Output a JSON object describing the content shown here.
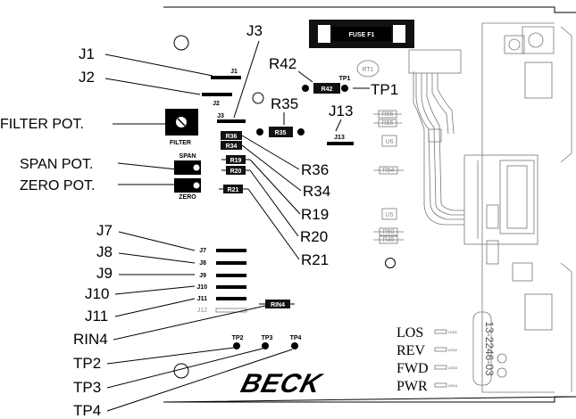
{
  "callouts": {
    "j1": "J1",
    "j2": "J2",
    "j3": "J3",
    "filter_pot": "FILTER POT.",
    "span_pot": "SPAN POT.",
    "zero_pot": "ZERO POT.",
    "r42": "R42",
    "r35": "R35",
    "j13": "J13",
    "tp1": "TP1",
    "r36": "R36",
    "r34": "R34",
    "r19": "R19",
    "r20": "R20",
    "r21": "R21",
    "j7": "J7",
    "j8": "J8",
    "j9": "J9",
    "j10": "J10",
    "j11": "J11",
    "rin4": "RIN4",
    "tp2": "TP2",
    "tp3": "TP3",
    "tp4": "TP4"
  },
  "board": {
    "fuse": "FUSE F1",
    "rt1": "RT1",
    "tp1": "TP1",
    "r42": "R42",
    "r35": "R35",
    "j1": "J1",
    "j2": "J2",
    "j3": "J3",
    "j13": "J13",
    "filter": "FILTER",
    "span": "SPAN",
    "zero": "ZERO",
    "r36": "R36",
    "r34": "R34",
    "r19": "R19",
    "r20": "R20",
    "r21": "R21",
    "r56": "R56",
    "r55": "R55",
    "u6": "U6",
    "r54": "R54",
    "u5": "U5",
    "r50": "R50",
    "r49": "R49",
    "j7": "J7",
    "j8": "J8",
    "j9": "J9",
    "j10": "J10",
    "j11": "J11",
    "j12": "J12",
    "rin4": "RIN4",
    "tp2": "TP2",
    "tp3": "TP3",
    "tp4": "TP4",
    "logo": "BECK",
    "part_number": "13-2246-03",
    "led1": "LED1",
    "led2": "LED2",
    "led3": "LED3",
    "led4": "LED4"
  },
  "leds": {
    "los": "LOS",
    "rev": "REV",
    "fwd": "FWD",
    "pwr": "PWR"
  }
}
